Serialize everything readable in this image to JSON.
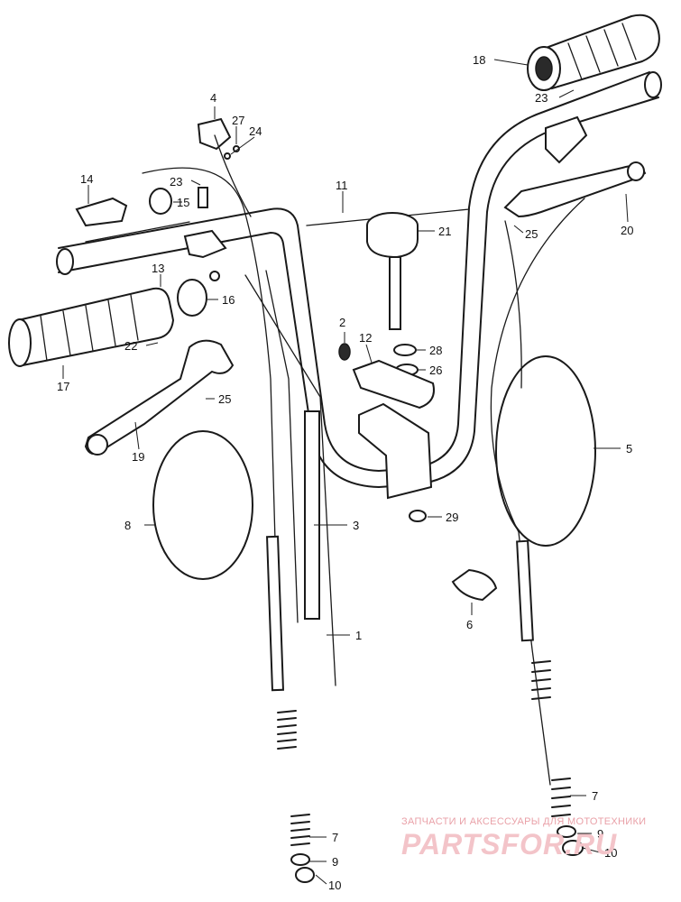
{
  "callouts": [
    {
      "id": "c1",
      "label": "1"
    },
    {
      "id": "c2",
      "label": "2"
    },
    {
      "id": "c3",
      "label": "3"
    },
    {
      "id": "c4",
      "label": "4"
    },
    {
      "id": "c5",
      "label": "5"
    },
    {
      "id": "c6",
      "label": "6"
    },
    {
      "id": "c7a",
      "label": "7"
    },
    {
      "id": "c7b",
      "label": "7"
    },
    {
      "id": "c8",
      "label": "8"
    },
    {
      "id": "c9a",
      "label": "9"
    },
    {
      "id": "c9b",
      "label": "9"
    },
    {
      "id": "c10a",
      "label": "10"
    },
    {
      "id": "c10b",
      "label": "10"
    },
    {
      "id": "c11",
      "label": "11"
    },
    {
      "id": "c12",
      "label": "12"
    },
    {
      "id": "c13",
      "label": "13"
    },
    {
      "id": "c14",
      "label": "14"
    },
    {
      "id": "c15",
      "label": "15"
    },
    {
      "id": "c16",
      "label": "16"
    },
    {
      "id": "c17",
      "label": "17"
    },
    {
      "id": "c18",
      "label": "18"
    },
    {
      "id": "c19",
      "label": "19"
    },
    {
      "id": "c20",
      "label": "20"
    },
    {
      "id": "c21",
      "label": "21"
    },
    {
      "id": "c22",
      "label": "22"
    },
    {
      "id": "c23a",
      "label": "23"
    },
    {
      "id": "c23b",
      "label": "23"
    },
    {
      "id": "c24",
      "label": "24"
    },
    {
      "id": "c25a",
      "label": "25"
    },
    {
      "id": "c25b",
      "label": "25"
    },
    {
      "id": "c26",
      "label": "26"
    },
    {
      "id": "c27",
      "label": "27"
    },
    {
      "id": "c28",
      "label": "28"
    },
    {
      "id": "c29",
      "label": "29"
    }
  ],
  "watermark": {
    "tagline": "ЗАПЧАСТИ И АКСЕССУАРЫ ДЛЯ МОТОТЕХНИКИ",
    "logo": "PARTSFOR.RU"
  },
  "colors": {
    "line": "#1a1a1a",
    "watermark_text": "#e9a1a8",
    "watermark_logo": "#f3c4c9"
  }
}
